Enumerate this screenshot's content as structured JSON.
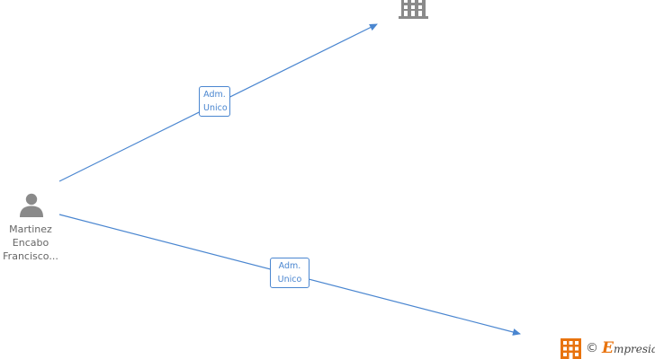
{
  "person": {
    "name_lines": [
      "Martinez",
      "Encabo",
      "Francisco..."
    ]
  },
  "relations": [
    {
      "role_lines": [
        "Adm.",
        "Unico"
      ]
    },
    {
      "role_lines": [
        "Adm.",
        "Unico"
      ]
    }
  ],
  "footer": {
    "copyright_symbol": "©",
    "brand_initial": "E",
    "brand_rest": "mpresia"
  },
  "colors": {
    "edge": "#4a86d0",
    "node_icon": "#8a8a8a",
    "brand_orange": "#e8730e"
  },
  "icons": {
    "person": "person-icon",
    "company": "building-icon",
    "company_active": "building-orange-icon"
  }
}
